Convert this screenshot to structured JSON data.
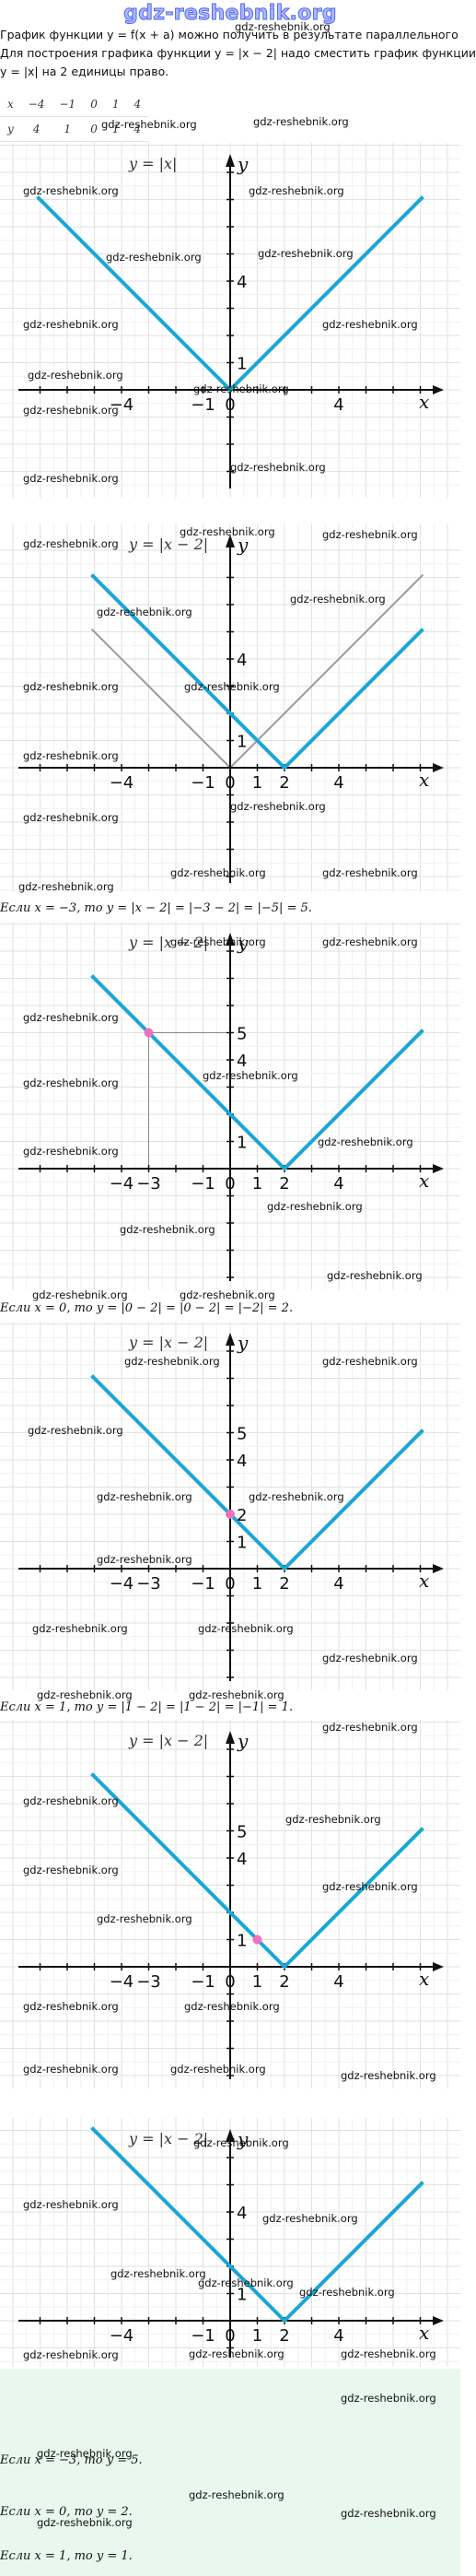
{
  "header": {
    "logo": "gdz-reshebnik.org"
  },
  "intro": {
    "line1": "График функции y = f(x + a) можно получить в результате параллельного",
    "line2": "Для построения графика функции y = |x − 2| надо сместить график функции",
    "line3": "y = |x| на 2 единицы право."
  },
  "value_table": {
    "rows": [
      [
        "x",
        "−4",
        "−1",
        "0",
        "1",
        "4"
      ],
      [
        "y",
        "4",
        "1",
        "0",
        "1",
        "4"
      ]
    ]
  },
  "watermark": "gdz-reshebnik.org",
  "colors": {
    "main_line": "#1aa7d6",
    "ghost_line": "#9a9a9a",
    "point": "#f06fbf",
    "answer_bg": "#e8f8ee"
  },
  "graphs": [
    {
      "label": "y = |x|",
      "axis_x": "x",
      "axis_y": "y",
      "tick_labels": [
        {
          "x": -4,
          "t": "−4"
        },
        {
          "x": -1,
          "t": "−1"
        },
        {
          "x": 0,
          "t": "0"
        },
        {
          "x": 4,
          "t": "4"
        }
      ],
      "ytick_labels": [
        {
          "y": 1,
          "t": "1"
        },
        {
          "y": 4,
          "t": "4"
        }
      ]
    },
    {
      "label": "y = |x − 2|",
      "axis_x": "x",
      "axis_y": "y",
      "tick_labels": [
        {
          "x": -4,
          "t": "−4"
        },
        {
          "x": -1,
          "t": "−1"
        },
        {
          "x": 0,
          "t": "0"
        },
        {
          "x": 1,
          "t": "1"
        },
        {
          "x": 2,
          "t": "2"
        },
        {
          "x": 4,
          "t": "4"
        }
      ],
      "ytick_labels": [
        {
          "y": 1,
          "t": "1"
        },
        {
          "y": 4,
          "t": "4"
        }
      ]
    },
    {
      "label": "y = |x − 2|",
      "axis_x": "x",
      "axis_y": "y",
      "tick_labels": [
        {
          "x": -4,
          "t": "−4"
        },
        {
          "x": -3,
          "t": "−3"
        },
        {
          "x": -1,
          "t": "−1"
        },
        {
          "x": 0,
          "t": "0"
        },
        {
          "x": 1,
          "t": "1"
        },
        {
          "x": 2,
          "t": "2"
        },
        {
          "x": 4,
          "t": "4"
        }
      ],
      "ytick_labels": [
        {
          "y": 1,
          "t": "1"
        },
        {
          "y": 4,
          "t": "4"
        },
        {
          "y": 5,
          "t": "5"
        }
      ]
    },
    {
      "label": "y = |x − 2|",
      "axis_x": "x",
      "axis_y": "y",
      "tick_labels": [
        {
          "x": -4,
          "t": "−4"
        },
        {
          "x": -3,
          "t": "−3"
        },
        {
          "x": -1,
          "t": "−1"
        },
        {
          "x": 0,
          "t": "0"
        },
        {
          "x": 1,
          "t": "1"
        },
        {
          "x": 2,
          "t": "2"
        },
        {
          "x": 4,
          "t": "4"
        }
      ],
      "ytick_labels": [
        {
          "y": 1,
          "t": "1"
        },
        {
          "y": 2,
          "t": "2"
        },
        {
          "y": 4,
          "t": "4"
        },
        {
          "y": 5,
          "t": "5"
        }
      ]
    },
    {
      "label": "y = |x − 2|",
      "axis_x": "x",
      "axis_y": "y",
      "tick_labels": [
        {
          "x": -4,
          "t": "−4"
        },
        {
          "x": -3,
          "t": "−3"
        },
        {
          "x": -1,
          "t": "−1"
        },
        {
          "x": 0,
          "t": "0"
        },
        {
          "x": 1,
          "t": "1"
        },
        {
          "x": 2,
          "t": "2"
        },
        {
          "x": 4,
          "t": "4"
        }
      ],
      "ytick_labels": [
        {
          "y": 1,
          "t": "1"
        },
        {
          "y": 4,
          "t": "4"
        },
        {
          "y": 5,
          "t": "5"
        }
      ]
    },
    {
      "label": "y = |x − 2|",
      "axis_x": "x",
      "axis_y": "y",
      "tick_labels": [
        {
          "x": -4,
          "t": "−4"
        },
        {
          "x": -1,
          "t": "−1"
        },
        {
          "x": 0,
          "t": "0"
        },
        {
          "x": 1,
          "t": "1"
        },
        {
          "x": 2,
          "t": "2"
        },
        {
          "x": 4,
          "t": "4"
        }
      ],
      "ytick_labels": [
        {
          "y": 1,
          "t": "1"
        },
        {
          "y": 4,
          "t": "4"
        }
      ]
    }
  ],
  "captions": [
    "Если x = −3, то y = |x − 2| = |−3 − 2| = |−5| = 5.",
    "Если x = 0, то y = |0 − 2| = |0 − 2| = |−2| = 2.",
    "Если x = 1, то y = |1 − 2| = |1 − 2| = |−1| = 1."
  ],
  "answers": [
    "Если x = −3, то y = 5.",
    "Если x = 0, то y = 2.",
    "Если x = 1, то y = 1."
  ]
}
